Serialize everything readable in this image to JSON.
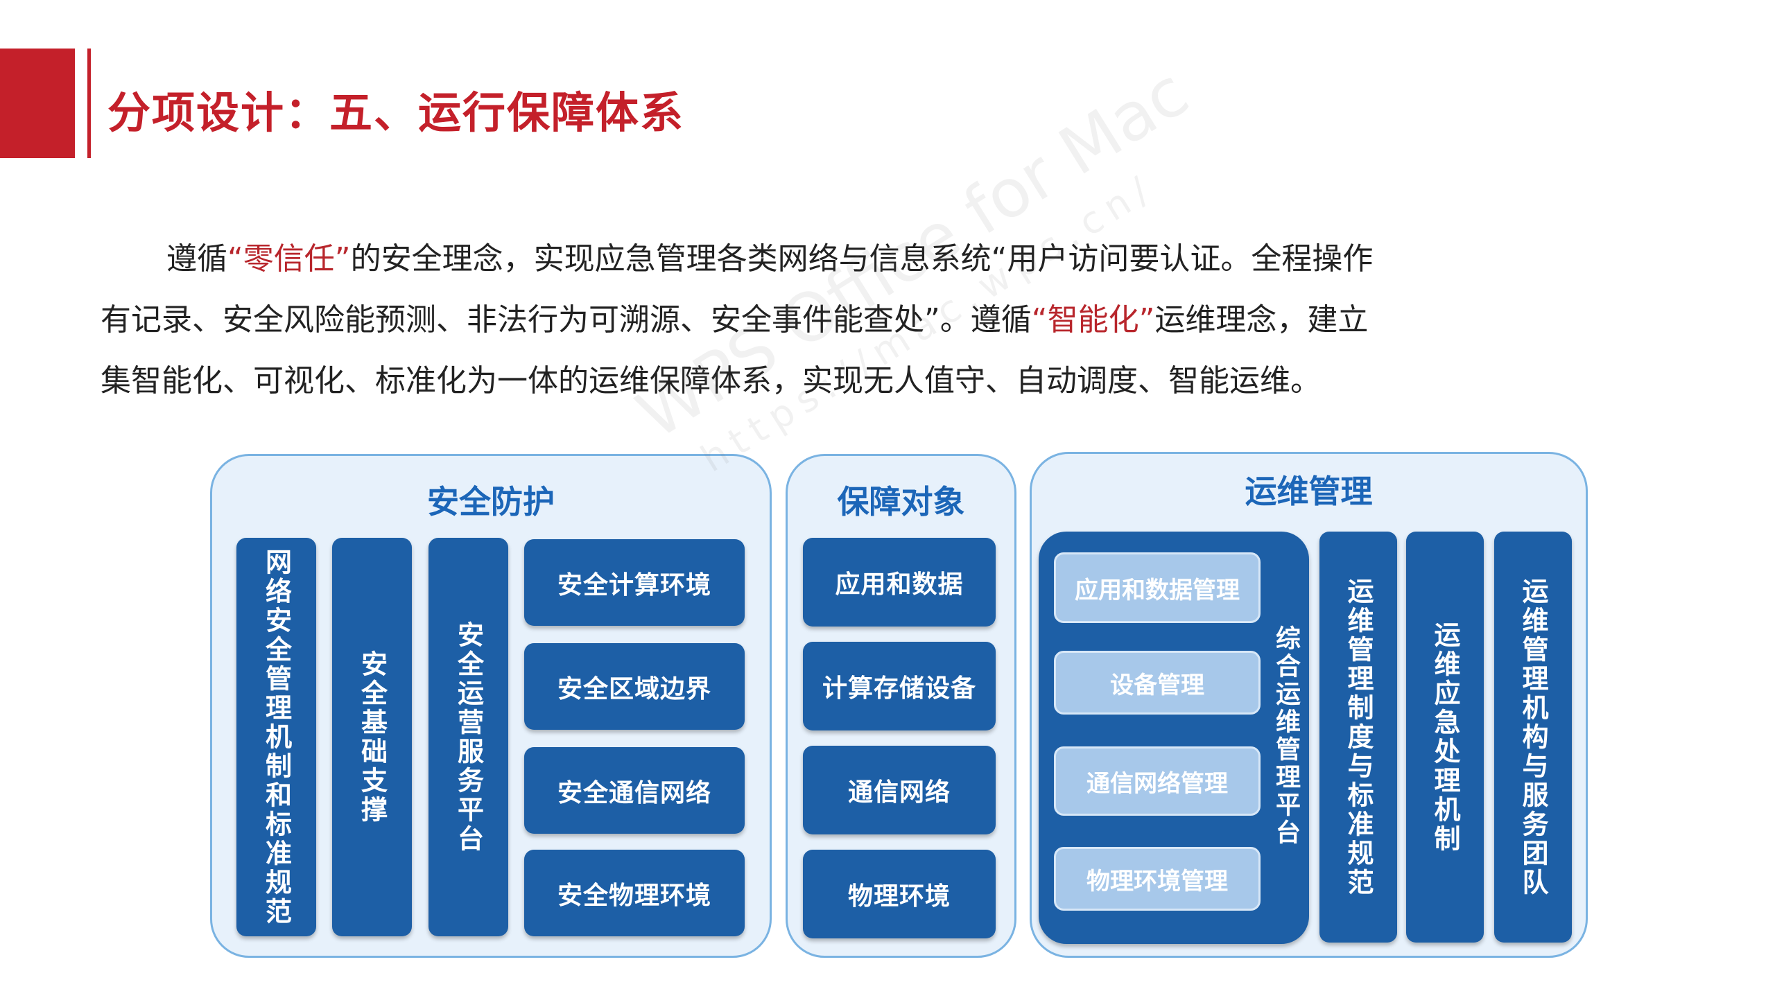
{
  "title": "分项设计：五、运行保障体系",
  "paragraph": {
    "l1_a": "遵循",
    "l1_hl": "“零信任”",
    "l1_b": "的安全理念，实现应急管理各类网络与信息系统“用户访问要认证。全程操作",
    "l2_a": "有记录、安全风险能预测、非法行为可溯源、安全事件能查处”。遵循",
    "l2_hl": "“智能化”",
    "l2_b": "运维理念，建立",
    "l3": "集智能化、可视化、标准化为一体的运维保障体系，实现无人值守、自动调度、智能运维。"
  },
  "security": {
    "title": "安全防护",
    "vertical": [
      "网络安全管理机制和标准规范",
      "安全基础支撑",
      "安全运营服务平台"
    ],
    "items": [
      "安全计算环境",
      "安全区域边界",
      "安全通信网络",
      "安全物理环境"
    ]
  },
  "objects": {
    "title": "保障对象",
    "items": [
      "应用和数据",
      "计算存储设备",
      "通信网络",
      "物理环境"
    ]
  },
  "ops": {
    "title": "运维管理",
    "platform_items": [
      "应用和数据管理",
      "设备管理",
      "通信网络管理",
      "物理环境管理"
    ],
    "platform_label": "综合运维管理平台",
    "vertical": [
      "运维管理制度与标准规范",
      "运维应急处理机制",
      "运维管理机构与服务团队"
    ]
  },
  "watermark": {
    "line1": "WPS Office for Mac",
    "line2": "https://mac.wps.cn/"
  }
}
